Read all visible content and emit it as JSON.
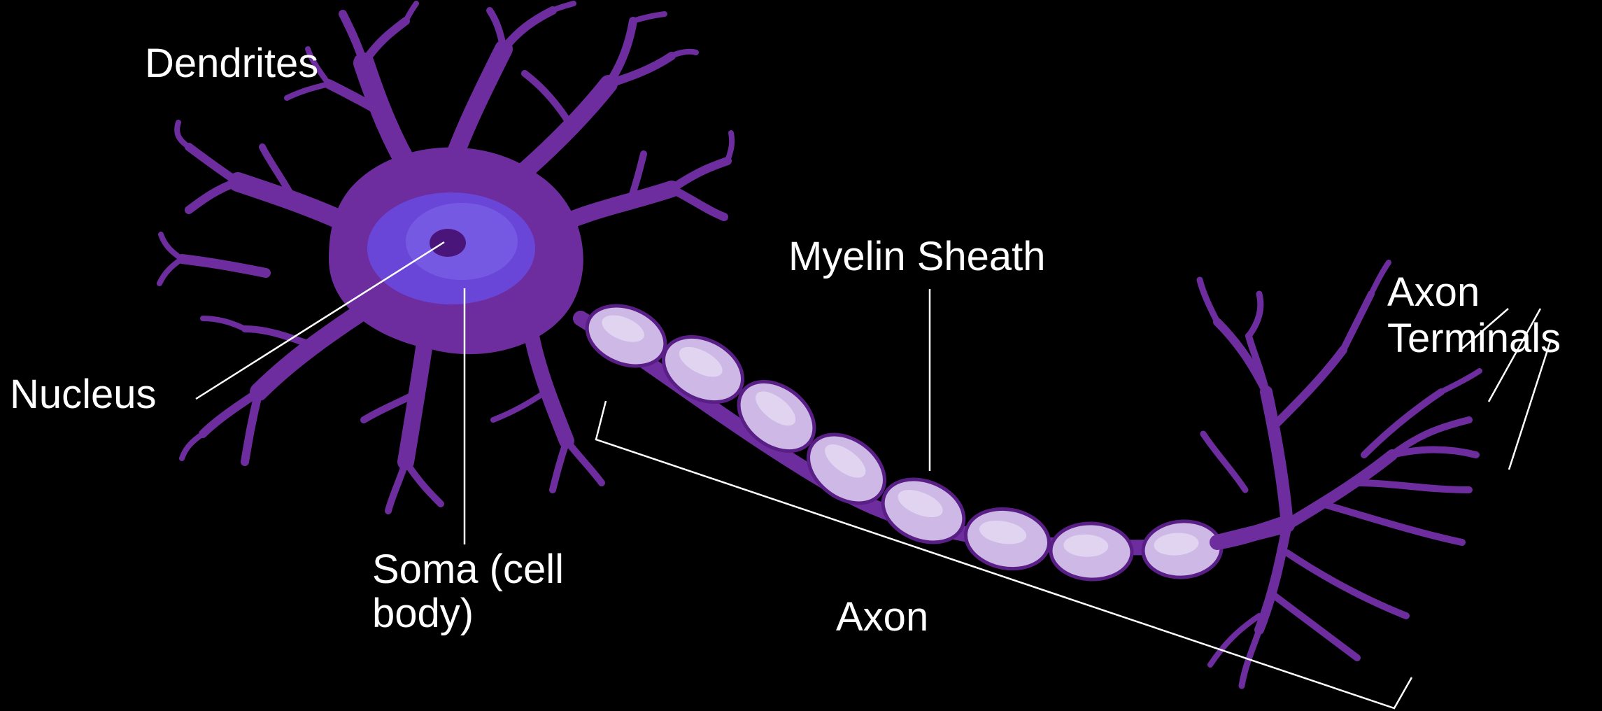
{
  "colors": {
    "background": "#000000",
    "neuron_purple": "#6E2D9E",
    "neuron_outline": "#5A1F86",
    "soma_highlight": "#6A46D8",
    "soma_inner": "#7F66EA",
    "nucleus": "#4A157A",
    "myelin_fill": "#CDB8E6",
    "myelin_light": "#E6DBF3",
    "label_text": "#FFFFFF",
    "leader_line": "#FFFFFF"
  },
  "labels": {
    "dendrites": "Dendrites",
    "nucleus": "Nucleus",
    "soma_line1": "Soma (cell",
    "soma_line2": "body)",
    "myelin_sheath": "Myelin Sheath",
    "axon": "Axon",
    "axon_terminals_line1": "Axon",
    "axon_terminals_line2": "Terminals"
  },
  "icons": {
    "neuron": "neuron-illustration",
    "myelin": "myelin-sheath-segment"
  }
}
